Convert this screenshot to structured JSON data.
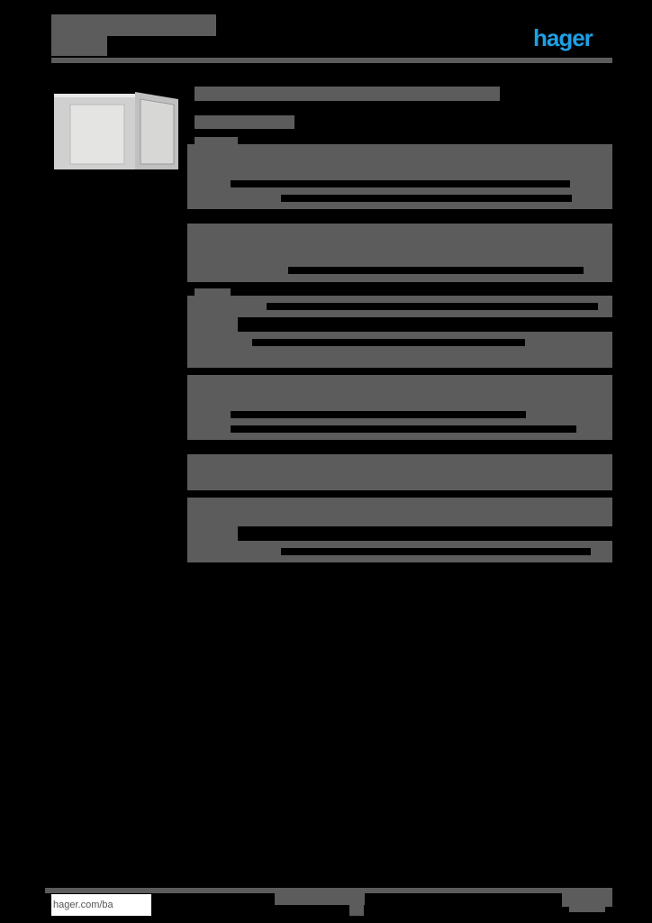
{
  "header": {
    "brand": "hager",
    "brand_color": "#1ea0e6",
    "title_redacted": true,
    "subtitle_redacted": true
  },
  "product": {
    "image": "enclosure-open-door-icon",
    "title_redacted": true,
    "subtitle_redacted": true
  },
  "spec_sections": [
    {
      "name": "section-1",
      "rows": 4
    },
    {
      "name": "section-2",
      "rows": 4
    },
    {
      "name": "section-3",
      "rows": 4
    },
    {
      "name": "section-4",
      "rows": 5
    },
    {
      "name": "section-5",
      "rows": 4
    },
    {
      "name": "section-6",
      "rows": 3
    }
  ],
  "colors": {
    "background": "#000000",
    "redaction": "#5b5c5b"
  },
  "footer": {
    "link": "hager.com/ba",
    "center_redacted": true,
    "page_redacted": true
  }
}
